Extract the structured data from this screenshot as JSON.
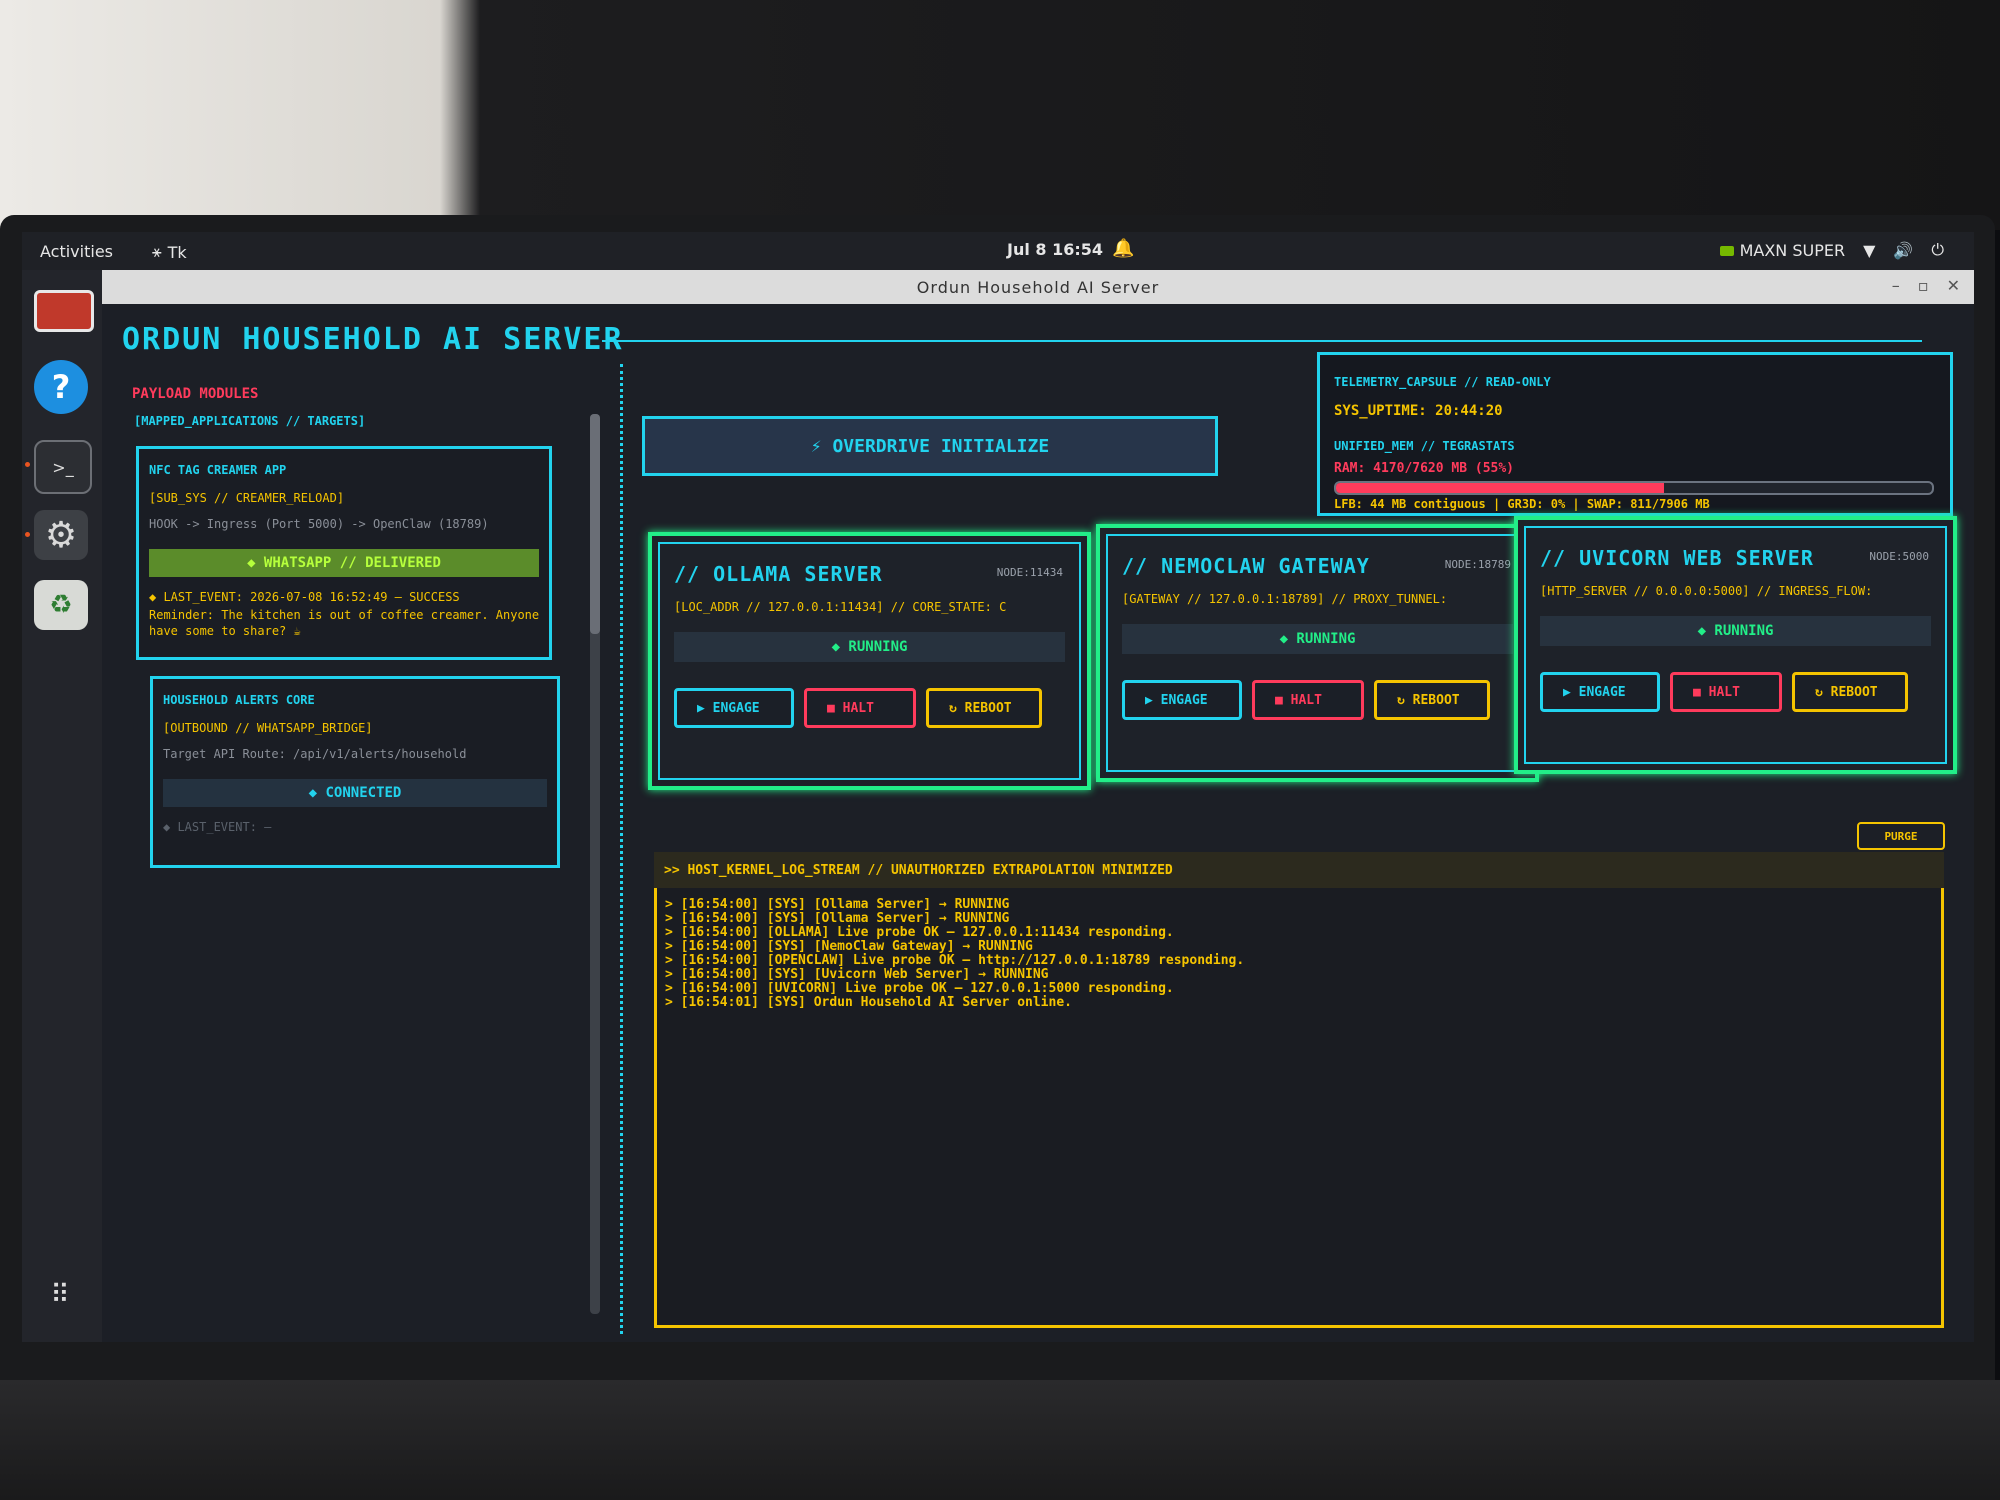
{
  "topbar": {
    "activities": "Activities",
    "app_indicator": "Tk",
    "clock": "Jul 8  16:54",
    "power_mode": "MAXN SUPER"
  },
  "window": {
    "title": "Ordun Household AI Server"
  },
  "app": {
    "title": "ORDUN HOUSEHOLD AI SERVER",
    "payload_label": "PAYLOAD MODULES",
    "mapped_label": "[MAPPED_APPLICATIONS // TARGETS]",
    "modules": [
      {
        "title": "NFC TAG CREAMER APP",
        "subsys": "[SUB_SYS // CREAMER_RELOAD]",
        "hook": "HOOK -> Ingress (Port 5000) -> OpenClaw (18789)",
        "status": "◆ WHATSAPP // DELIVERED",
        "event": "◆ LAST_EVENT: 2026-07-08 16:52:49 — SUCCESS",
        "event2": "Reminder: The kitchen is out of coffee creamer. Anyone have some to share? ☕"
      },
      {
        "title": "HOUSEHOLD ALERTS CORE",
        "subsys": "[OUTBOUND // WHATSAPP_BRIDGE]",
        "hook": "Target API Route: /api/v1/alerts/household",
        "status": "◆ CONNECTED",
        "event": "◆ LAST_EVENT: —"
      }
    ],
    "overdrive_label": "⚡ OVERDRIVE INITIALIZE",
    "telemetry": {
      "header": "TELEMETRY_CAPSULE // READ-ONLY",
      "uptime": "SYS_UPTIME: 20:44:20",
      "mem_header": "UNIFIED_MEM // TEGRASTATS",
      "ram": "RAM: 4170/7620 MB (55%)",
      "ram_fraction": 0.55,
      "lfb": "LFB: 44 MB contiguous | GR3D: 0% | SWAP: 811/7906 MB"
    },
    "servers": [
      {
        "title": "// OLLAMA SERVER",
        "node": "NODE:11434",
        "addr": "[LOC_ADDR // 127.0.0.1:11434] // CORE_STATE: C",
        "status": "◆ RUNNING"
      },
      {
        "title": "// NEMOCLAW GATEWAY",
        "node": "NODE:18789",
        "addr": "[GATEWAY // 127.0.0.1:18789] // PROXY_TUNNEL:",
        "status": "◆ RUNNING"
      },
      {
        "title": "// UVICORN WEB SERVER",
        "node": "NODE:5000",
        "addr": "[HTTP_SERVER // 0.0.0.0:5000] // INGRESS_FLOW:",
        "status": "◆ RUNNING"
      }
    ],
    "buttons": {
      "engage": "▶ ENGAGE",
      "halt": "■ HALT",
      "reboot": "↻ REBOOT"
    },
    "log": {
      "purge": "PURGE",
      "header": ">> HOST_KERNEL_LOG_STREAM // UNAUTHORIZED EXTRAPOLATION MINIMIZED",
      "lines": [
        "> [16:54:00] [SYS] [Ollama Server] → RUNNING",
        "> [16:54:00] [SYS] [Ollama Server] → RUNNING",
        "> [16:54:00] [OLLAMA] Live probe OK — 127.0.0.1:11434 responding.",
        "> [16:54:00] [SYS] [NemoClaw Gateway] → RUNNING",
        "> [16:54:00] [OPENCLAW] Live probe OK — http://127.0.0.1:18789 responding.",
        "> [16:54:00] [SYS] [Uvicorn Web Server] → RUNNING",
        "> [16:54:00] [UVICORN] Live probe OK — 127.0.0.1:5000 responding.",
        "> [16:54:01] [SYS] Ordun Household AI Server online."
      ]
    }
  },
  "colors": {
    "cyan": "#22d3ee",
    "green": "#22ee88",
    "red": "#ff3b5c",
    "yellow": "#f5c400"
  }
}
